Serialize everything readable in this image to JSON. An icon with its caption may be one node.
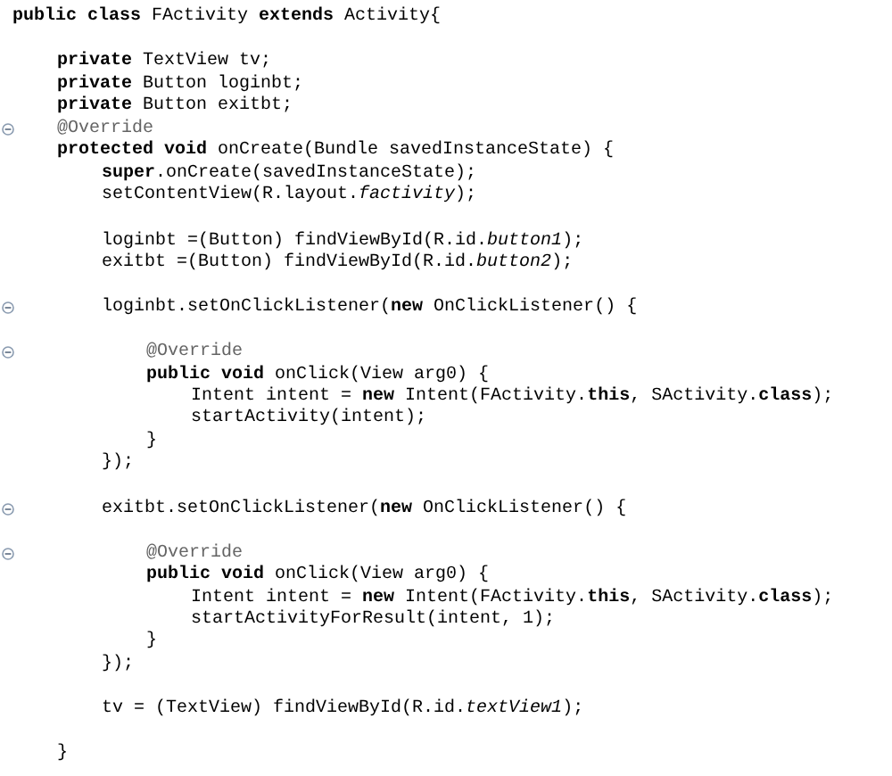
{
  "diagram": {
    "labels": [
      "**public class** FActivity **extends** Activity{",
      "**private** TextView tv;",
      "**private** Button loginbt;",
      "**private** Button exitbt;",
      "@Override",
      "**protected void** onCreate(Bundle savedInstanceState) {",
      "**super**.onCreate(savedInstanceState);",
      "setContentView(R.layout.*factivity*);",
      "loginbt =(Button) findViewById(R.id.*button1*);",
      "exitbt =(Button) findViewById(R.id.*button2*);",
      "loginbt.setOnClickListener(**new** OnClickListener() {",
      "@Override",
      "**public void** onClick(View arg0) {",
      "Intent intent = **new** Intent(FActivity.**this**, SActivity.**class**);",
      "startActivity(intent);",
      "}",
      "});",
      "exitbt.setOnClickListener(**new** OnClickListener() {",
      "@Override",
      "**public void** onClick(View arg0) {",
      "Intent intent = **new** Intent(FActivity.**this**, SActivity.**class**);",
      "startActivityForResult(intent, 1);",
      "}",
      "});",
      "tv = (TextView) findViewById(R.id.*textView1*);",
      "}"
    ]
  }
}
